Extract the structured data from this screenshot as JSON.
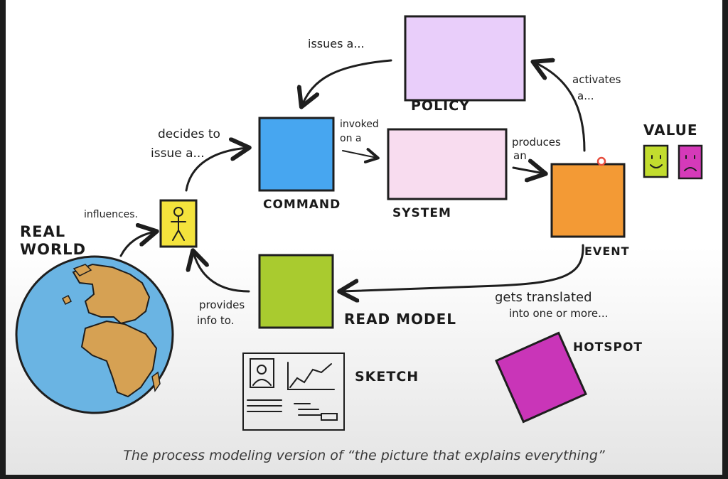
{
  "diagram": {
    "labels": {
      "policy": "POLICY",
      "command": "COMMAND",
      "system": "SYSTEM",
      "event": "EVENT",
      "read_model": "READ MODEL",
      "value": "VALUE",
      "hotspot": "HOTSPOT",
      "sketch": "SKETCH",
      "real_world_line1": "REAL",
      "real_world_line2": "WORLD"
    },
    "edges": {
      "issues": "issues a...",
      "activates_line1": "activates",
      "activates_line2": "a...",
      "decides_line1": "decides to",
      "decides_line2": "issue a...",
      "invoked_line1": "invoked",
      "invoked_line2": "on a",
      "produces_line1": "produces",
      "produces_line2": "an",
      "influences": "influences.",
      "provides_line1": "provides",
      "provides_line2": "info to.",
      "translated_line1": "gets translated",
      "translated_line2": "into one or more..."
    },
    "colors": {
      "policy": "#e9cefa",
      "command": "#47a6f0",
      "system": "#f8dcef",
      "event": "#f39a35",
      "read_model": "#a9cb2f",
      "actor": "#f4e33c",
      "value_good": "#c2dc2e",
      "value_bad": "#d53ab9",
      "hotspot": "#c935b8",
      "ocean": "#6ab4e3",
      "land": "#d6a153"
    }
  },
  "caption": "The process modeling version of “the picture that explains everything”"
}
